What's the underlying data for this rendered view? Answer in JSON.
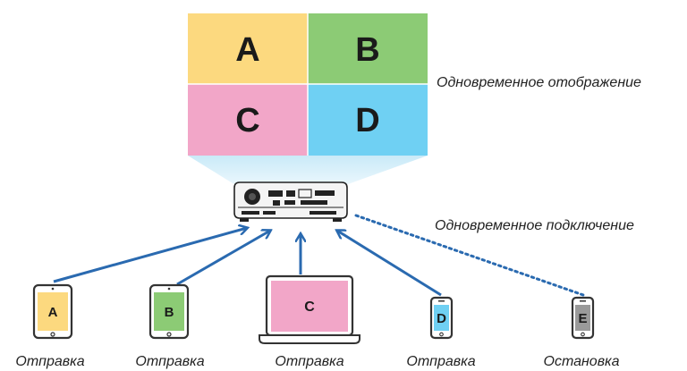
{
  "screen": {
    "cells": [
      {
        "label": "A",
        "color": "#fcd97f"
      },
      {
        "label": "B",
        "color": "#8ccb75"
      },
      {
        "label": "C",
        "color": "#f2a6c8"
      },
      {
        "label": "D",
        "color": "#6fd0f3"
      }
    ]
  },
  "captions": {
    "simultaneous_display": "Одновременное отображение",
    "simultaneous_connection": "Одновременное подключение"
  },
  "devices": [
    {
      "label": "A",
      "caption": "Отправка",
      "color": "#fcd97f",
      "kind": "tablet"
    },
    {
      "label": "B",
      "caption": "Отправка",
      "color": "#8ccb75",
      "kind": "tablet"
    },
    {
      "label": "C",
      "caption": "Отправка",
      "color": "#f2a6c8",
      "kind": "laptop"
    },
    {
      "label": "D",
      "caption": "Отправка",
      "color": "#6fd0f3",
      "kind": "phone"
    },
    {
      "label": "E",
      "caption": "Остановка",
      "color": "#9a9a9a",
      "kind": "phone"
    }
  ],
  "colors": {
    "arrow": "#2a6ab0",
    "beam": "#c9eaf8",
    "device_frame": "#333333"
  }
}
